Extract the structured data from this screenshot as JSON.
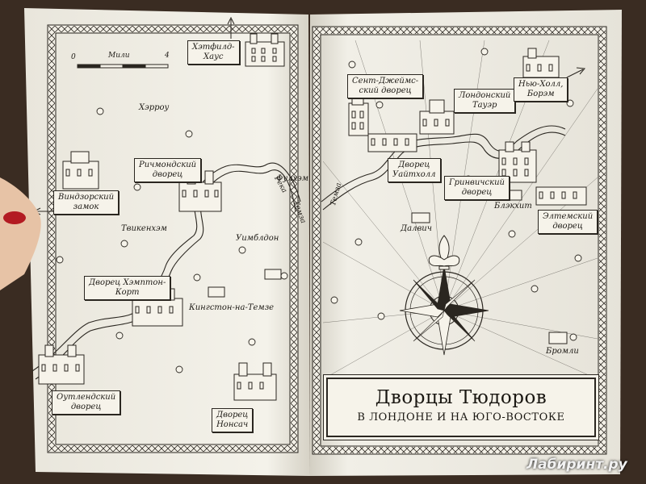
{
  "map": {
    "title": "Дворцы Тюдоров",
    "subtitle": "в лондоне и на юго-востоке",
    "scale": {
      "start": "0",
      "label": "Мили",
      "end": "4"
    },
    "rivers": [
      "Темза",
      "Река",
      "Темза"
    ],
    "places": {
      "hatfield": [
        "Хэтфилд-",
        "Хаус"
      ],
      "harrow": "Хэрроу",
      "windsor": [
        "Виндзорский",
        "замок"
      ],
      "richmond": [
        "Ричмондский",
        "дворец"
      ],
      "fulham": "Фулхэм",
      "twickenham": "Твикенхэм",
      "wimbledon": "Уимблдон",
      "hampton": [
        "Дворец Хэмптон-",
        "Корт"
      ],
      "kingston": "Кингстон-на-Темзе",
      "oatlands": [
        "Оутлендский",
        "дворец"
      ],
      "nonsuch": [
        "Дворец",
        "Нонсач"
      ],
      "stjames": [
        "Сент-Джеймс-",
        "ский дворец"
      ],
      "tower": [
        "Лондонский",
        "Тауэр"
      ],
      "newhall": [
        "Нью-Холл,",
        "Борэм"
      ],
      "whitehall": [
        "Дворец",
        "Уайтхолл"
      ],
      "greenwich": [
        "Гринвичский",
        "дворец"
      ],
      "blackheath": "Блэкхит",
      "eltham": [
        "Элтемский",
        "дворец"
      ],
      "dulwich": "Далвич",
      "bromley": "Бромли"
    }
  },
  "watermark": "Лабиринт.ру",
  "colors": {
    "ink": "#1e1b16",
    "paper": "#f6f3ea",
    "background": "#3a2c22"
  }
}
